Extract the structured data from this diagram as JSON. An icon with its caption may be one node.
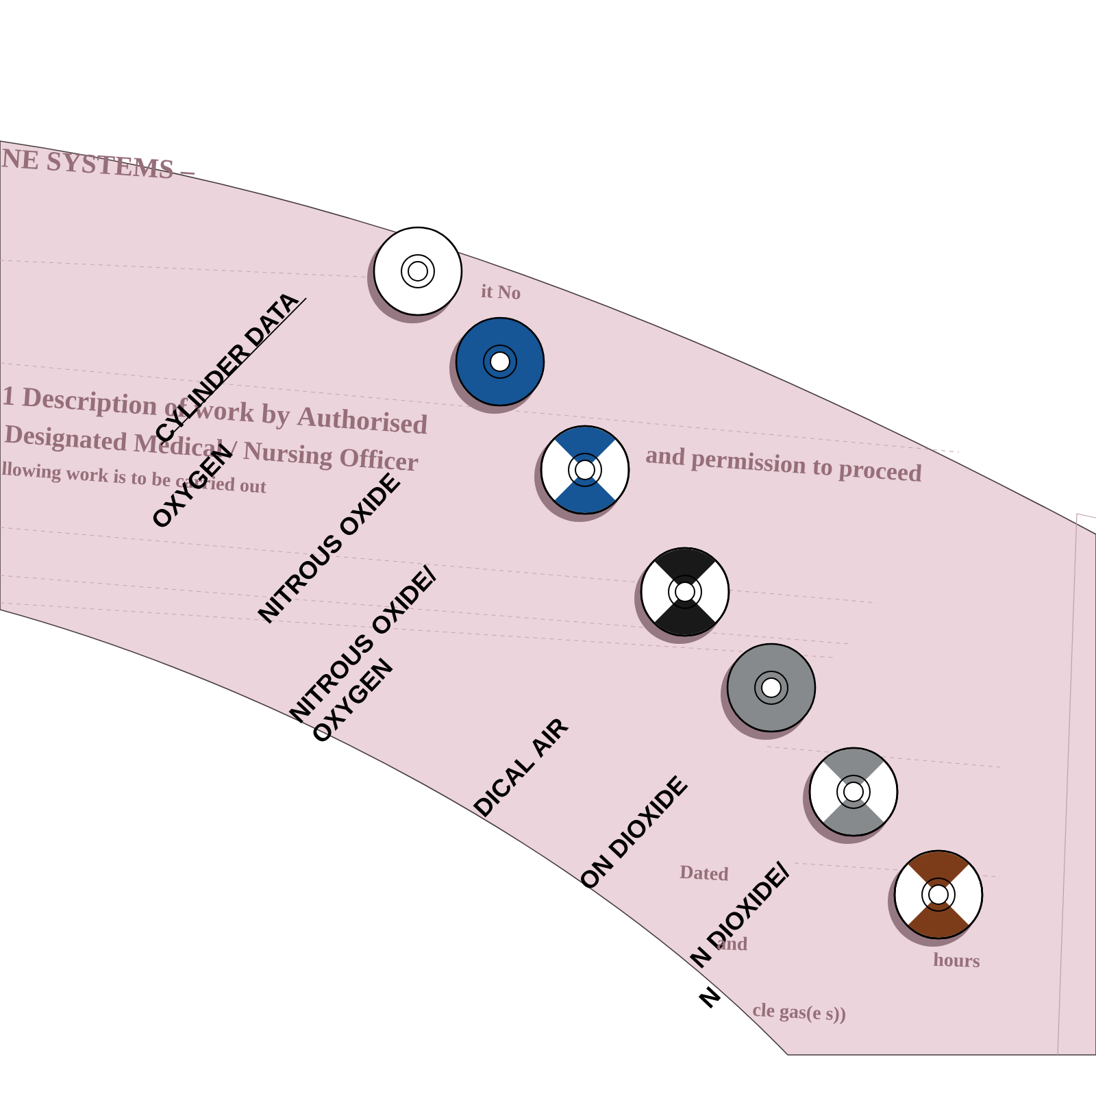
{
  "diagram": {
    "title": "CYLINDER DATA",
    "nodes": [
      {
        "text": [],
        "shape": "circle"
      },
      {
        "text": [],
        "shape": "circle"
      },
      {
        "text": [],
        "shape": "circle"
      },
      {
        "text": [],
        "shape": "circle"
      },
      {
        "text": [],
        "shape": "circle"
      },
      {
        "text": [],
        "shape": "circle"
      },
      {
        "text": [],
        "shape": "circle"
      }
    ],
    "labels": [
      "NE SYSTEMS –",
      "it No",
      "1 Description of work by Authorised",
      "Designated Medical / Nursing Officer",
      "llowing work is to be carried out",
      "and permission to proceed",
      "OXYGEN",
      "NITROUS OXIDE",
      "NITROUS OXIDE/ OXYGEN",
      "DICAL  AIR",
      "ON DIOXIDE",
      "Dated",
      "N DIOXIDE/",
      "N",
      "and",
      "hours",
      "cle gas(e s))"
    ]
  }
}
